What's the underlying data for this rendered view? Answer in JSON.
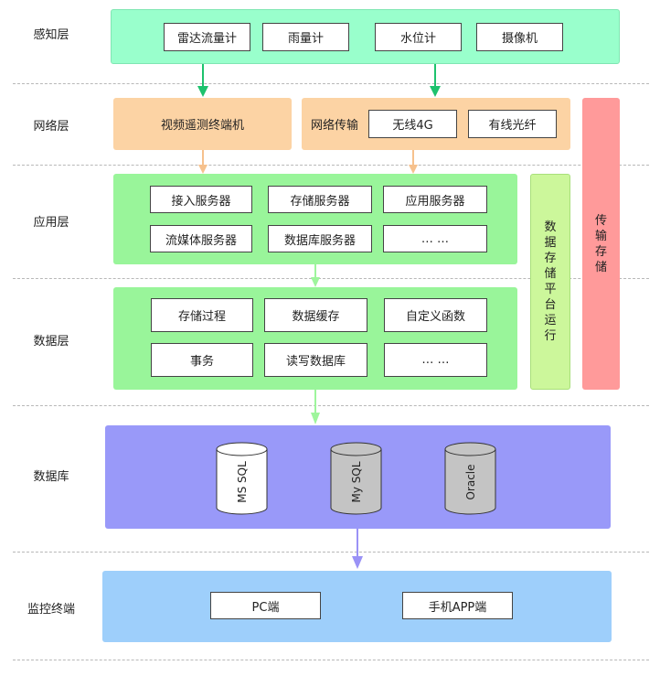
{
  "layers": {
    "perception": {
      "label": "感知层",
      "items": [
        "雷达流量计",
        "雨量计",
        "水位计",
        "摄像机"
      ]
    },
    "network": {
      "label": "网络层",
      "terminal": "视频遥测终端机",
      "transmission": {
        "label": "网络传输",
        "items": [
          "无线4G",
          "有线光纤"
        ]
      }
    },
    "application": {
      "label": "应用层",
      "items": [
        "接入服务器",
        "存储服务器",
        "应用服务器",
        "流媒体服务器",
        "数据库服务器",
        "… …"
      ]
    },
    "data": {
      "label": "数据层",
      "items": [
        "存储过程",
        "数据缓存",
        "自定义函数",
        "事务",
        "读写数据库",
        "… …"
      ]
    },
    "database": {
      "label": "数据库",
      "items": [
        "MS SQL",
        "My SQL",
        "Oracle"
      ]
    },
    "terminal": {
      "label": "监控终端",
      "items": [
        "PC端",
        "手机APP端"
      ]
    }
  },
  "side_columns": {
    "platform": "数据存储平台运行",
    "transfer": "传输存储"
  },
  "colors": {
    "perception_band": "#99ffcc",
    "network_band": "#fcd3a4",
    "app_band": "#99f59a",
    "database_band": "#9999f9",
    "terminal_band": "#9ecffb",
    "platform_column": "#ccf79b",
    "transfer_column": "#ff9a9a",
    "arrow_green": "#1dc26d",
    "arrow_orange": "#f6c18d",
    "arrow_lightgreen": "#9ef59c",
    "arrow_purple": "#9a92f6",
    "cylinder_white": "#ffffff",
    "cylinder_gray": "#c4c4c4"
  }
}
